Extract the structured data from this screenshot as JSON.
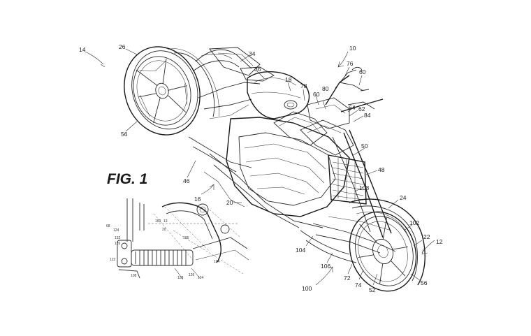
{
  "figure": {
    "title": "FIG. 1",
    "reference_numerals": {
      "r14": "14",
      "r26": "26",
      "r34": "34",
      "r10": "10",
      "r76": "76",
      "r60a": "60",
      "r36": "36",
      "r18": "18",
      "r78": "78",
      "r80": "80",
      "r60b": "60",
      "r64": "64",
      "r62": "62",
      "r84": "84",
      "r56a": "56",
      "r50": "50",
      "r48": "48",
      "r46": "46",
      "r108": "108",
      "r16": "16",
      "r20": "20",
      "r24": "24",
      "r102": "102",
      "r22": "22",
      "r12": "12",
      "r104": "104",
      "r106": "106",
      "r100": "100",
      "r72": "72",
      "r74": "74",
      "r52": "52",
      "r56b": "56"
    },
    "inset_numerals": {
      "i68": "68",
      "i124a": "124",
      "i132": "132",
      "i126a": "126",
      "i160": "160",
      "i13": "13",
      "i20": "20",
      "i106": "106",
      "i104": "104",
      "i122": "122",
      "i108": "108",
      "i128": "128",
      "i124b": "124",
      "i126b": "126"
    }
  }
}
